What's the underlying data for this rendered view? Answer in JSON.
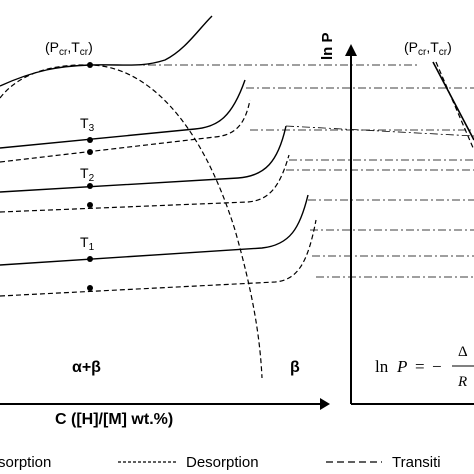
{
  "left_panel": {
    "critical_point": {
      "base": "(P",
      "sub1": "cr",
      "mid": ",T",
      "sub2": "cr",
      "end": ")"
    },
    "isotherms": [
      {
        "base": "T",
        "sub": "3"
      },
      {
        "base": "T",
        "sub": "2"
      },
      {
        "base": "T",
        "sub": "1"
      }
    ],
    "phase_alpha_beta": "α+β",
    "phase_beta": "β",
    "x_axis_label": "C ([H]/[M] wt.%)"
  },
  "right_panel": {
    "y_axis_label": "ln P",
    "critical_point": {
      "base": "(P",
      "sub1": "cr",
      "mid": ",T",
      "sub2": "cr",
      "end": ")"
    },
    "equation_lhs": "ln",
    "equation_var": "P",
    "equation_eq": "=",
    "equation_minus": "−",
    "equation_num": "Δ",
    "equation_den": "R"
  },
  "legend": {
    "absorption": "sorption",
    "desorption": "Desorption",
    "transition": "Transiti"
  }
}
